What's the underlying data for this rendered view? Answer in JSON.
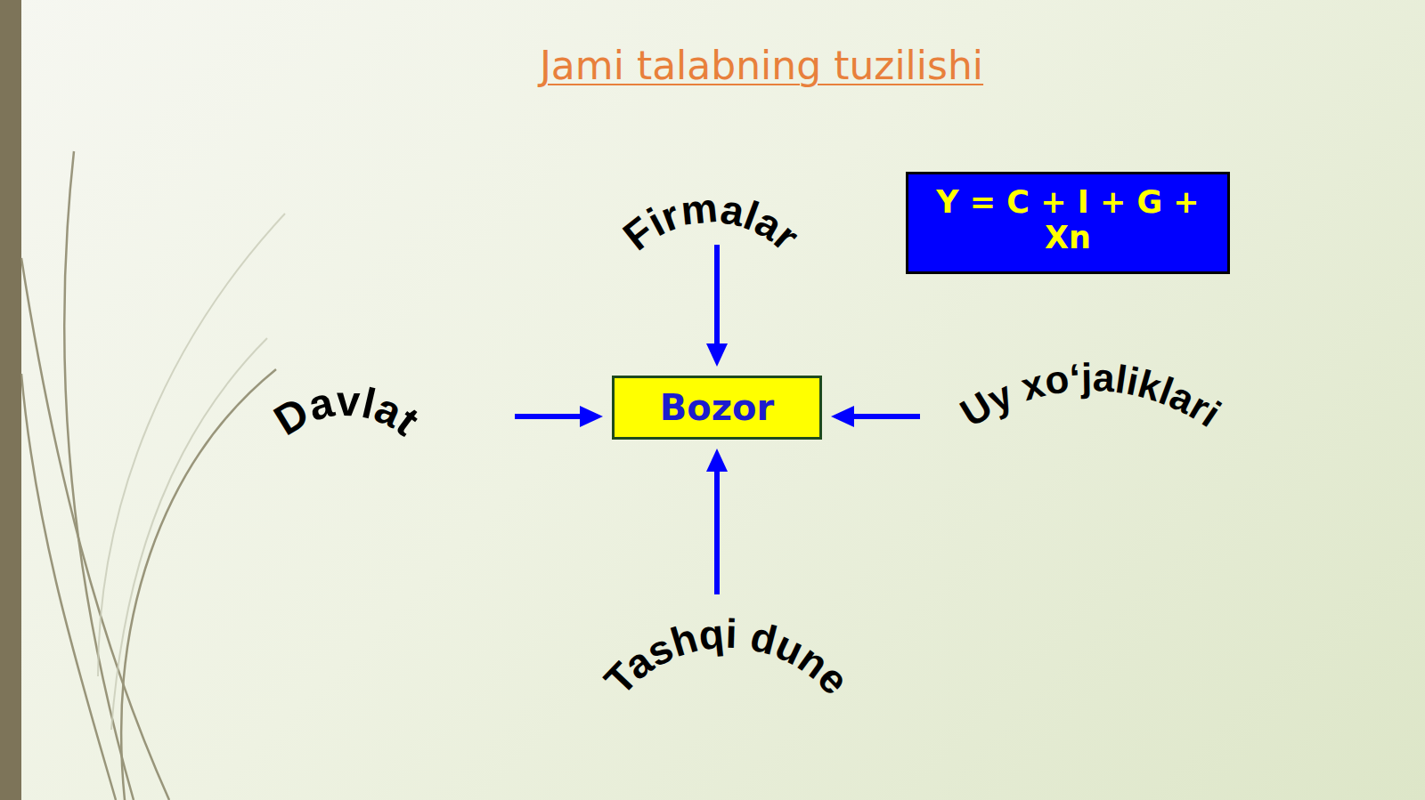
{
  "diagram": {
    "title": "Jami talabning tuzilishi",
    "nodes": [
      {
        "text": [
          "Firmalar"
        ]
      },
      {
        "text": [
          "Y = C + I + G + Xn"
        ]
      },
      {
        "text": [
          "Davlat"
        ]
      },
      {
        "text": [
          "Bozor"
        ]
      },
      {
        "text": [
          "Uy xo‘jaliklari"
        ]
      },
      {
        "text": [
          "Tashqi dune"
        ]
      }
    ],
    "edges": [
      {
        "from": 0,
        "to": 3,
        "arrow": "to"
      },
      {
        "from": 2,
        "to": 3,
        "arrow": "to"
      },
      {
        "from": 4,
        "to": 3,
        "arrow": "to"
      },
      {
        "from": 5,
        "to": 3,
        "arrow": "to"
      }
    ]
  }
}
